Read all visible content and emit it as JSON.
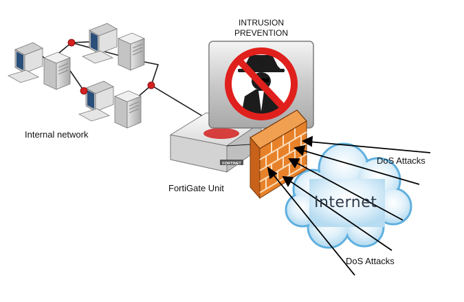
{
  "title_line1": "INTRUSION",
  "title_line2": "PREVENTION",
  "internal_label": "Internal network",
  "fortigate_label": "FortiGate Unit",
  "device_brand": "FORTINET",
  "internet_label": "Internet",
  "dos_top": "DoS Attacks",
  "dos_bottom": "DoS Attacks",
  "colors": {
    "link_dot": "#d42020",
    "prohibit": "#e0201c",
    "brick": "#e8822a",
    "cloud": "#c8e6f5",
    "arrow": "#000000"
  },
  "icons": [
    "computer-icon",
    "intrusion-prevention-icon",
    "firewall-icon",
    "cloud-icon"
  ]
}
